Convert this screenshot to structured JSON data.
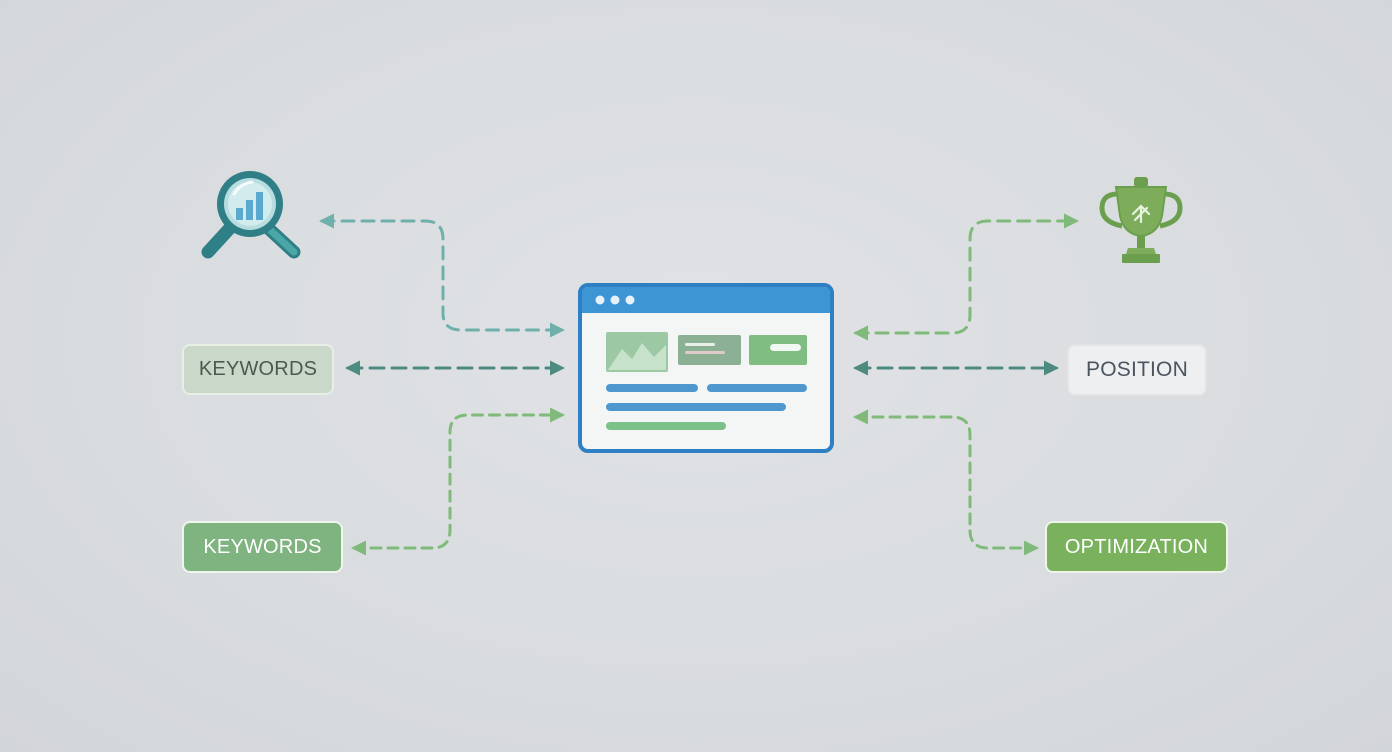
{
  "diagram": {
    "nodes": {
      "keywords_top": {
        "label": "KEYWORDS"
      },
      "keywords_bottom": {
        "label": "KEYWORDS"
      },
      "position": {
        "label": "POSITION"
      },
      "optimization": {
        "label": "OPTIMIZATION"
      }
    },
    "icons": {
      "left_top": "magnifier-chart-icon",
      "right_top": "trophy-icon",
      "center": "browser-window-icon"
    },
    "colors": {
      "background": "#d9dcdf",
      "teal": "#5fa8a8",
      "dark_teal": "#4d8a80",
      "green": "#7fba7a",
      "browser_blue": "#2e7fc4",
      "browser_header": "#3d95d4",
      "keywords_top_fill": "#c9d8c9",
      "keywords_bottom_fill": "#7fb37f",
      "position_fill": "#eeeff0",
      "optimization_fill": "#79b15c",
      "trophy_green": "#7dad5b"
    }
  }
}
